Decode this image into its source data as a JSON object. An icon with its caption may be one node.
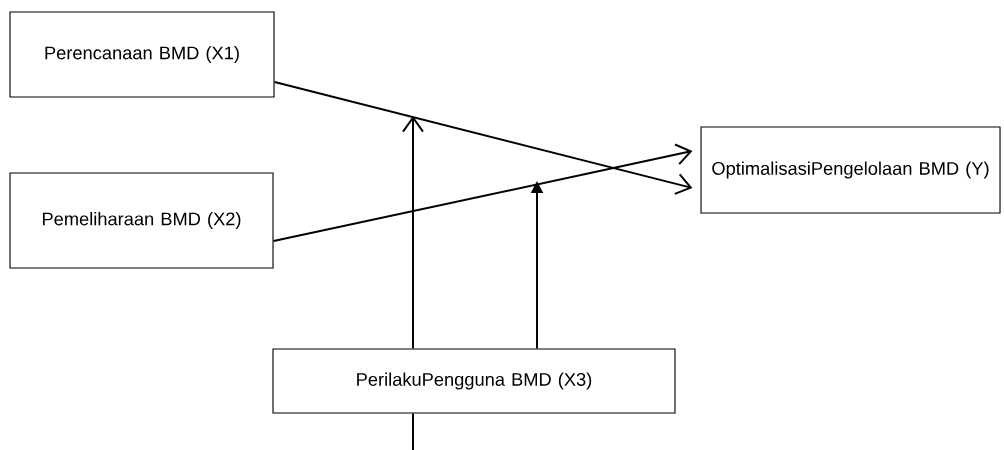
{
  "diagram": {
    "nodes": [
      {
        "text": [
          "Perencanaan BMD (X1)"
        ]
      },
      {
        "text": [
          "Pemeliharaan BMD (X2)"
        ]
      },
      {
        "text": [
          "OptimalisasiPengelolaan BMD (Y)"
        ]
      },
      {
        "text": [
          "PerilakuPengguna BMD (X3)"
        ]
      }
    ],
    "edges": [
      {
        "from": 0,
        "to": 2,
        "arrow": "to"
      },
      {
        "from": 1,
        "to": 2,
        "arrow": "to"
      },
      {
        "from": 3,
        "to": null,
        "arrow": "to"
      },
      {
        "from": 3,
        "to": null,
        "arrow": "to"
      },
      {
        "from": 3,
        "to": null,
        "arrow": "none"
      }
    ]
  }
}
